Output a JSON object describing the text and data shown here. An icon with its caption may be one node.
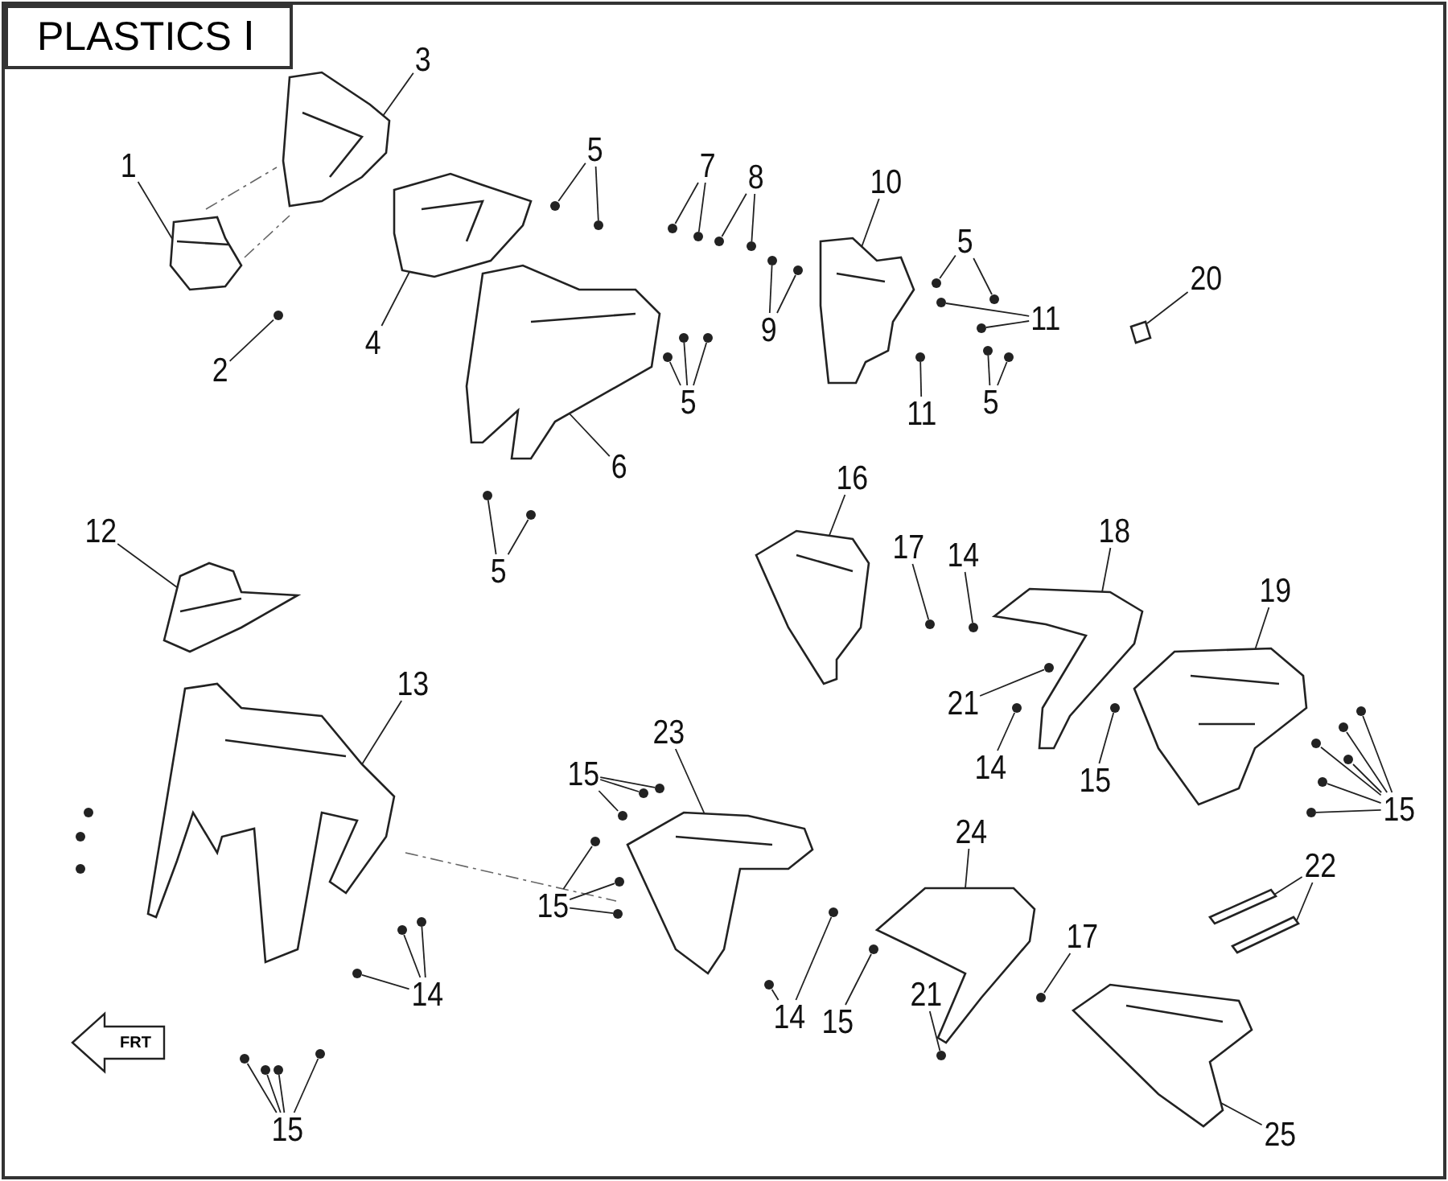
{
  "diagram": {
    "title": "PLASTICS Ⅰ",
    "nodes": [
      {
        "text": [
          "1"
        ]
      },
      {
        "text": [],
        "shape": "picture"
      },
      {
        "text": [
          "2"
        ]
      },
      {
        "text": [
          "3"
        ]
      },
      {
        "text": [],
        "shape": "picture"
      },
      {
        "text": [
          "4"
        ]
      },
      {
        "text": [],
        "shape": "picture"
      },
      {
        "text": [
          "5"
        ]
      },
      {
        "text": [
          "5"
        ]
      },
      {
        "text": [
          "6"
        ]
      },
      {
        "text": [],
        "shape": "picture"
      },
      {
        "text": [
          "7"
        ]
      },
      {
        "text": [
          "8"
        ]
      },
      {
        "text": [
          "9"
        ]
      },
      {
        "text": [
          "10"
        ]
      },
      {
        "text": [],
        "shape": "picture"
      },
      {
        "text": [
          "5"
        ]
      },
      {
        "text": [
          "11"
        ]
      },
      {
        "text": [
          "11"
        ]
      },
      {
        "text": [
          "5"
        ]
      },
      {
        "text": [
          "20"
        ]
      },
      {
        "text": [],
        "shape": "picture"
      },
      {
        "text": [
          "5"
        ]
      },
      {
        "text": [
          "12"
        ]
      },
      {
        "text": [],
        "shape": "picture"
      },
      {
        "text": [
          "13"
        ]
      },
      {
        "text": [],
        "shape": "picture"
      },
      {
        "text": [
          "14"
        ]
      },
      {
        "text": [
          "15"
        ]
      },
      {
        "text": [
          "16"
        ]
      },
      {
        "text": [],
        "shape": "picture"
      },
      {
        "text": [
          "17"
        ]
      },
      {
        "text": [
          "14"
        ]
      },
      {
        "text": [
          "18"
        ]
      },
      {
        "text": [],
        "shape": "picture"
      },
      {
        "text": [
          "19"
        ]
      },
      {
        "text": [],
        "shape": "picture"
      },
      {
        "text": [
          "21"
        ]
      },
      {
        "text": [
          "14"
        ]
      },
      {
        "text": [
          "15"
        ]
      },
      {
        "text": [
          "15"
        ]
      },
      {
        "text": [
          "23"
        ]
      },
      {
        "text": [],
        "shape": "picture"
      },
      {
        "text": [
          "15"
        ]
      },
      {
        "text": [
          "15"
        ]
      },
      {
        "text": [
          "24"
        ]
      },
      {
        "text": [],
        "shape": "picture"
      },
      {
        "text": [
          "22"
        ]
      },
      {
        "text": [],
        "shape": "picture"
      },
      {
        "text": [],
        "shape": "picture"
      },
      {
        "text": [
          "17"
        ]
      },
      {
        "text": [
          "14"
        ]
      },
      {
        "text": [
          "15"
        ]
      },
      {
        "text": [
          "21"
        ]
      },
      {
        "text": [
          "25"
        ]
      },
      {
        "text": [],
        "shape": "picture"
      },
      {
        "text": [],
        "shape": "circle"
      },
      {
        "text": [],
        "shape": "circle"
      },
      {
        "text": [],
        "shape": "circle"
      },
      {
        "text": [],
        "shape": "circle"
      },
      {
        "text": [],
        "shape": "circle"
      },
      {
        "text": [],
        "shape": "circle"
      },
      {
        "text": [],
        "shape": "circle"
      },
      {
        "text": [],
        "shape": "circle"
      },
      {
        "text": [],
        "shape": "circle"
      },
      {
        "text": [],
        "shape": "circle"
      },
      {
        "text": [],
        "shape": "circle"
      },
      {
        "text": [],
        "shape": "circle"
      },
      {
        "text": [],
        "shape": "circle"
      },
      {
        "text": [],
        "shape": "circle"
      },
      {
        "text": [],
        "shape": "circle"
      },
      {
        "text": [],
        "shape": "circle"
      },
      {
        "text": [],
        "shape": "circle"
      },
      {
        "text": [],
        "shape": "circle"
      },
      {
        "text": [],
        "shape": "circle"
      },
      {
        "text": [],
        "shape": "circle"
      },
      {
        "text": [],
        "shape": "circle"
      },
      {
        "text": [],
        "shape": "circle"
      },
      {
        "text": [],
        "shape": "circle"
      },
      {
        "text": [],
        "shape": "circle"
      },
      {
        "text": [],
        "shape": "circle"
      },
      {
        "text": [],
        "shape": "circle"
      },
      {
        "text": [],
        "shape": "circle"
      },
      {
        "text": [],
        "shape": "circle"
      },
      {
        "text": [],
        "shape": "circle"
      },
      {
        "text": [],
        "shape": "circle"
      },
      {
        "text": [],
        "shape": "circle"
      },
      {
        "text": [],
        "shape": "circle"
      },
      {
        "text": [],
        "shape": "circle"
      },
      {
        "text": [],
        "shape": "circle"
      },
      {
        "text": [],
        "shape": "circle"
      },
      {
        "text": [],
        "shape": "circle"
      },
      {
        "text": [],
        "shape": "circle"
      },
      {
        "text": [],
        "shape": "circle"
      },
      {
        "text": [],
        "shape": "circle"
      },
      {
        "text": [],
        "shape": "circle"
      },
      {
        "text": [],
        "shape": "circle"
      },
      {
        "text": [],
        "shape": "circle"
      },
      {
        "text": [],
        "shape": "circle"
      },
      {
        "text": [],
        "shape": "circle"
      },
      {
        "text": [],
        "shape": "circle"
      },
      {
        "text": [],
        "shape": "circle"
      },
      {
        "text": [],
        "shape": "circle"
      },
      {
        "text": [],
        "shape": "circle"
      },
      {
        "text": [],
        "shape": "circle"
      },
      {
        "text": [],
        "shape": "circle"
      },
      {
        "text": [],
        "shape": "circle"
      },
      {
        "text": [],
        "shape": "circle"
      },
      {
        "text": [],
        "shape": "circle"
      }
    ],
    "edges": [
      {
        "from": 0,
        "to": 1,
        "arrow": "none"
      },
      {
        "from": 2,
        "to": 56,
        "arrow": "none"
      },
      {
        "from": 3,
        "to": 4,
        "arrow": "none"
      },
      {
        "from": 5,
        "to": 6,
        "arrow": "none"
      },
      {
        "from": 7,
        "to": 57,
        "arrow": "none"
      },
      {
        "from": 7,
        "to": 58,
        "arrow": "none"
      },
      {
        "from": 8,
        "to": 59,
        "arrow": "none"
      },
      {
        "from": 8,
        "to": 60,
        "arrow": "none"
      },
      {
        "from": 8,
        "to": 61,
        "arrow": "none"
      },
      {
        "from": 9,
        "to": 10,
        "arrow": "none"
      },
      {
        "from": 11,
        "to": 62,
        "arrow": "none"
      },
      {
        "from": 11,
        "to": 63,
        "arrow": "none"
      },
      {
        "from": 12,
        "to": 64,
        "arrow": "none"
      },
      {
        "from": 12,
        "to": 65,
        "arrow": "none"
      },
      {
        "from": 13,
        "to": 66,
        "arrow": "none"
      },
      {
        "from": 13,
        "to": 67,
        "arrow": "none"
      },
      {
        "from": 14,
        "to": 15,
        "arrow": "none"
      },
      {
        "from": 16,
        "to": 68,
        "arrow": "none"
      },
      {
        "from": 16,
        "to": 69,
        "arrow": "none"
      },
      {
        "from": 17,
        "to": 70,
        "arrow": "none"
      },
      {
        "from": 17,
        "to": 71,
        "arrow": "none"
      },
      {
        "from": 18,
        "to": 72,
        "arrow": "none"
      },
      {
        "from": 19,
        "to": 73,
        "arrow": "none"
      },
      {
        "from": 19,
        "to": 74,
        "arrow": "none"
      },
      {
        "from": 20,
        "to": 21,
        "arrow": "none"
      },
      {
        "from": 22,
        "to": 75,
        "arrow": "none"
      },
      {
        "from": 22,
        "to": 76,
        "arrow": "none"
      },
      {
        "from": 23,
        "to": 24,
        "arrow": "none"
      },
      {
        "from": 25,
        "to": 26,
        "arrow": "none"
      },
      {
        "from": 27,
        "to": 77,
        "arrow": "none"
      },
      {
        "from": 27,
        "to": 78,
        "arrow": "none"
      },
      {
        "from": 27,
        "to": 79,
        "arrow": "none"
      },
      {
        "from": 28,
        "to": 80,
        "arrow": "none"
      },
      {
        "from": 28,
        "to": 81,
        "arrow": "none"
      },
      {
        "from": 28,
        "to": 82,
        "arrow": "none"
      },
      {
        "from": 28,
        "to": 83,
        "arrow": "none"
      },
      {
        "from": 29,
        "to": 30,
        "arrow": "none"
      },
      {
        "from": 31,
        "to": 84,
        "arrow": "none"
      },
      {
        "from": 32,
        "to": 85,
        "arrow": "none"
      },
      {
        "from": 33,
        "to": 34,
        "arrow": "none"
      },
      {
        "from": 35,
        "to": 36,
        "arrow": "none"
      },
      {
        "from": 37,
        "to": 86,
        "arrow": "none"
      },
      {
        "from": 38,
        "to": 87,
        "arrow": "none"
      },
      {
        "from": 39,
        "to": 88,
        "arrow": "none"
      },
      {
        "from": 40,
        "to": 89,
        "arrow": "none"
      },
      {
        "from": 40,
        "to": 90,
        "arrow": "none"
      },
      {
        "from": 40,
        "to": 91,
        "arrow": "none"
      },
      {
        "from": 40,
        "to": 92,
        "arrow": "none"
      },
      {
        "from": 40,
        "to": 93,
        "arrow": "none"
      },
      {
        "from": 40,
        "to": 94,
        "arrow": "none"
      },
      {
        "from": 41,
        "to": 42,
        "arrow": "none"
      },
      {
        "from": 43,
        "to": 95,
        "arrow": "none"
      },
      {
        "from": 43,
        "to": 96,
        "arrow": "none"
      },
      {
        "from": 43,
        "to": 97,
        "arrow": "none"
      },
      {
        "from": 44,
        "to": 98,
        "arrow": "none"
      },
      {
        "from": 44,
        "to": 99,
        "arrow": "none"
      },
      {
        "from": 44,
        "to": 100,
        "arrow": "none"
      },
      {
        "from": 45,
        "to": 46,
        "arrow": "none"
      },
      {
        "from": 47,
        "to": 48,
        "arrow": "none"
      },
      {
        "from": 47,
        "to": 49,
        "arrow": "none"
      },
      {
        "from": 50,
        "to": 101,
        "arrow": "none"
      },
      {
        "from": 51,
        "to": 102,
        "arrow": "none"
      },
      {
        "from": 51,
        "to": 103,
        "arrow": "none"
      },
      {
        "from": 52,
        "to": 104,
        "arrow": "none"
      },
      {
        "from": 53,
        "to": 105,
        "arrow": "none"
      },
      {
        "from": 54,
        "to": 55,
        "arrow": "none"
      }
    ],
    "labels": [
      "FRT"
    ]
  }
}
